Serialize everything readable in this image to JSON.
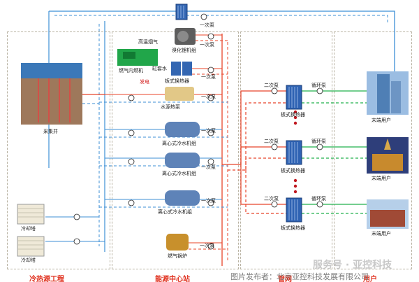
{
  "zones": {
    "cold_heat_source": "冷热源工程",
    "energy_center": "能源中心站",
    "pipe_network": "管网",
    "users": "用户"
  },
  "labels": {
    "primary_pump": "一次泵",
    "secondary_pump": "二次泵",
    "circulation_pump": "循环泵",
    "high_temp_flue_gas": "高温烟气",
    "waste_heat_chiller": "溴化锂机组",
    "gas_engine": "燃气内燃机",
    "jacket_water": "缸套水",
    "plate_heat_exchanger": "板式换热器",
    "power_generation": "发电",
    "water_source_heat_pump": "水源热泵",
    "collection_well": "采集井",
    "centrifugal_chiller": "离心式冷水机组",
    "cooling_tower": "冷却塔",
    "gas_boiler": "燃气锅炉",
    "end_user": "末端用户"
  },
  "watermark": {
    "publisher": "图片发布者：北京亚控科技发展有限公司",
    "account": "服务号 · 亚控科技"
  },
  "colors": {
    "hot_supply": "#e8442a",
    "cold_supply": "#3c8fd6",
    "user_loop": "#22b14c",
    "zone_title": "#e0301e"
  }
}
